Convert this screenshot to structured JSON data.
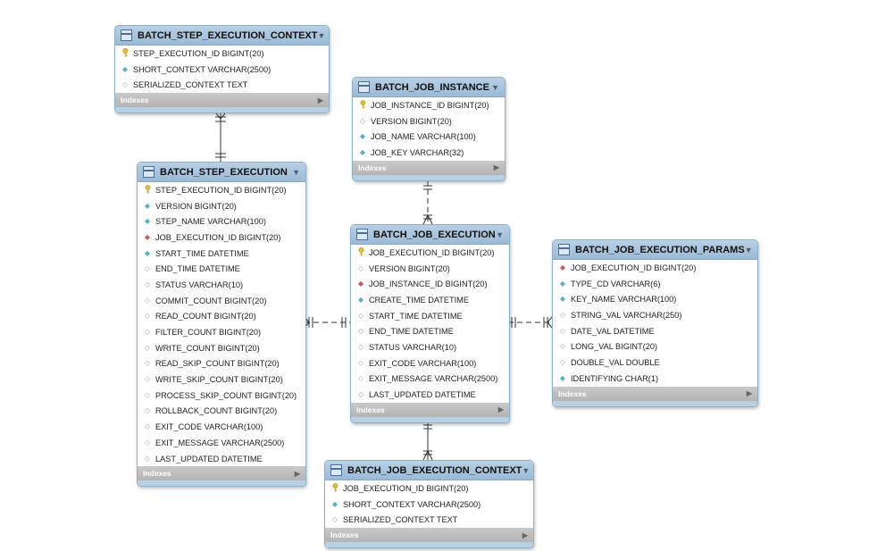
{
  "tables": [
    {
      "id": "bsec",
      "name": "BATCH_STEP_EXECUTION_CONTEXT",
      "indexes_label": "Indexes",
      "columns": [
        {
          "icon": "pk",
          "text": "STEP_EXECUTION_ID BIGINT(20)"
        },
        {
          "icon": "nn",
          "text": "SHORT_CONTEXT VARCHAR(2500)"
        },
        {
          "icon": "nul",
          "text": "SERIALIZED_CONTEXT TEXT"
        }
      ]
    },
    {
      "id": "bji",
      "name": "BATCH_JOB_INSTANCE",
      "indexes_label": "Indexes",
      "columns": [
        {
          "icon": "pk",
          "text": "JOB_INSTANCE_ID BIGINT(20)"
        },
        {
          "icon": "nul",
          "text": "VERSION BIGINT(20)"
        },
        {
          "icon": "nn",
          "text": "JOB_NAME VARCHAR(100)"
        },
        {
          "icon": "nn",
          "text": "JOB_KEY VARCHAR(32)"
        }
      ]
    },
    {
      "id": "bse",
      "name": "BATCH_STEP_EXECUTION",
      "indexes_label": "Indexes",
      "columns": [
        {
          "icon": "pk",
          "text": "STEP_EXECUTION_ID BIGINT(20)"
        },
        {
          "icon": "nn",
          "text": "VERSION BIGINT(20)"
        },
        {
          "icon": "nn",
          "text": "STEP_NAME VARCHAR(100)"
        },
        {
          "icon": "fk",
          "text": "JOB_EXECUTION_ID BIGINT(20)"
        },
        {
          "icon": "nn",
          "text": "START_TIME DATETIME"
        },
        {
          "icon": "nul",
          "text": "END_TIME DATETIME"
        },
        {
          "icon": "nul",
          "text": "STATUS VARCHAR(10)"
        },
        {
          "icon": "nul",
          "text": "COMMIT_COUNT BIGINT(20)"
        },
        {
          "icon": "nul",
          "text": "READ_COUNT BIGINT(20)"
        },
        {
          "icon": "nul",
          "text": "FILTER_COUNT BIGINT(20)"
        },
        {
          "icon": "nul",
          "text": "WRITE_COUNT BIGINT(20)"
        },
        {
          "icon": "nul",
          "text": "READ_SKIP_COUNT BIGINT(20)"
        },
        {
          "icon": "nul",
          "text": "WRITE_SKIP_COUNT BIGINT(20)"
        },
        {
          "icon": "nul",
          "text": "PROCESS_SKIP_COUNT BIGINT(20)"
        },
        {
          "icon": "nul",
          "text": "ROLLBACK_COUNT BIGINT(20)"
        },
        {
          "icon": "nul",
          "text": "EXIT_CODE VARCHAR(100)"
        },
        {
          "icon": "nul",
          "text": "EXIT_MESSAGE VARCHAR(2500)"
        },
        {
          "icon": "nul",
          "text": "LAST_UPDATED DATETIME"
        }
      ]
    },
    {
      "id": "bje",
      "name": "BATCH_JOB_EXECUTION",
      "indexes_label": "Indexes",
      "columns": [
        {
          "icon": "pk",
          "text": "JOB_EXECUTION_ID BIGINT(20)"
        },
        {
          "icon": "nul",
          "text": "VERSION BIGINT(20)"
        },
        {
          "icon": "fk",
          "text": "JOB_INSTANCE_ID BIGINT(20)"
        },
        {
          "icon": "nn",
          "text": "CREATE_TIME DATETIME"
        },
        {
          "icon": "nul",
          "text": "START_TIME DATETIME"
        },
        {
          "icon": "nul",
          "text": "END_TIME DATETIME"
        },
        {
          "icon": "nul",
          "text": "STATUS VARCHAR(10)"
        },
        {
          "icon": "nul",
          "text": "EXIT_CODE VARCHAR(100)"
        },
        {
          "icon": "nul",
          "text": "EXIT_MESSAGE VARCHAR(2500)"
        },
        {
          "icon": "nul",
          "text": "LAST_UPDATED DATETIME"
        }
      ]
    },
    {
      "id": "bjep",
      "name": "BATCH_JOB_EXECUTION_PARAMS",
      "indexes_label": "Indexes",
      "columns": [
        {
          "icon": "fk",
          "text": "JOB_EXECUTION_ID BIGINT(20)"
        },
        {
          "icon": "nn",
          "text": "TYPE_CD VARCHAR(6)"
        },
        {
          "icon": "nn",
          "text": "KEY_NAME VARCHAR(100)"
        },
        {
          "icon": "nul",
          "text": "STRING_VAL VARCHAR(250)"
        },
        {
          "icon": "nul",
          "text": "DATE_VAL DATETIME"
        },
        {
          "icon": "nul",
          "text": "LONG_VAL BIGINT(20)"
        },
        {
          "icon": "nul",
          "text": "DOUBLE_VAL DOUBLE"
        },
        {
          "icon": "nn",
          "text": "IDENTIFYING CHAR(1)"
        }
      ]
    },
    {
      "id": "bjec",
      "name": "BATCH_JOB_EXECUTION_CONTEXT",
      "indexes_label": "Indexes",
      "columns": [
        {
          "icon": "pk",
          "text": "JOB_EXECUTION_ID BIGINT(20)"
        },
        {
          "icon": "nn",
          "text": "SHORT_CONTEXT VARCHAR(2500)"
        },
        {
          "icon": "nul",
          "text": "SERIALIZED_CONTEXT TEXT"
        }
      ]
    }
  ],
  "relationships": [
    {
      "from": "bse",
      "to": "bsec",
      "style": "solid"
    },
    {
      "from": "bji",
      "to": "bje",
      "style": "dashed"
    },
    {
      "from": "bse",
      "to": "bje",
      "style": "dashed"
    },
    {
      "from": "bje",
      "to": "bjep",
      "style": "dashed"
    },
    {
      "from": "bje",
      "to": "bjec",
      "style": "solid"
    }
  ],
  "icons": {
    "pk": "key-icon",
    "nn": "not-null-diamond-icon",
    "fk": "foreign-key-diamond-icon",
    "nul": "nullable-diamond-icon"
  },
  "colors": {
    "header": "#9bbad6",
    "border": "#8fb0c9",
    "indexes_bar": "#b4b4b4",
    "connector": "#333333"
  }
}
